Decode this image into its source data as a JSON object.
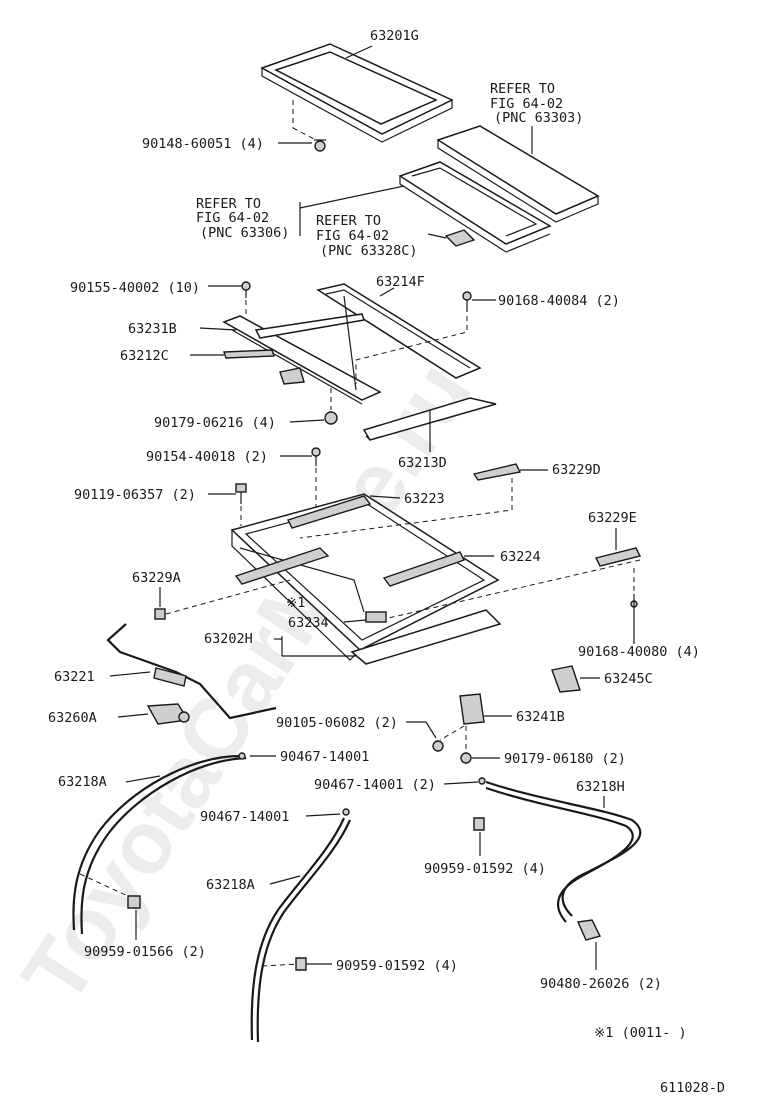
{
  "watermark": "ToyotaCarMine.ru",
  "diagram_id": "611028-D",
  "footnote": "※1 (0011-        )",
  "labels": {
    "p63201G": "63201G",
    "refer1_l1": "REFER TO",
    "refer1_l2": "FIG 64-02",
    "refer1_l3": "(PNC 63303)",
    "p90148": "90148-60051 (4)",
    "refer2_l1": "REFER TO",
    "refer2_l2": "FIG 64-02",
    "refer2_l3": "(PNC 63306)",
    "refer3_l1": "REFER TO",
    "refer3_l2": "FIG 64-02",
    "refer3_l3": "(PNC 63328C)",
    "p90155": "90155-40002 (10)",
    "p63214F": "63214F",
    "p90168_84": "90168-40084 (2)",
    "p63231B": "63231B",
    "p63212C": "63212C",
    "p90179_216": "90179-06216 (4)",
    "p63213D": "63213D",
    "p90154": "90154-40018 (2)",
    "p63229D": "63229D",
    "p90119": "90119-06357 (2)",
    "p63223": "63223",
    "p63229E": "63229E",
    "p63224": "63224",
    "p63229A": "63229A",
    "mark1": "※1",
    "p63234": "63234",
    "p63202H": "63202H",
    "p90168_80": "90168-40080 (4)",
    "p63221": "63221",
    "p63245C": "63245C",
    "p63260A": "63260A",
    "p90105": "90105-06082 (2)",
    "p63241B": "63241B",
    "p90467_a": "90467-14001",
    "p90179_180": "90179-06180 (2)",
    "p63218A_1": "63218A",
    "p90467_b": "90467-14001 (2)",
    "p63218H": "63218H",
    "p90467_c": "90467-14001",
    "p90959_1592a": "90959-01592 (4)",
    "p63218A_2": "63218A",
    "p90959_1566": "90959-01566 (2)",
    "p90959_1592b": "90959-01592 (4)",
    "p90480": "90480-26026 (2)"
  }
}
